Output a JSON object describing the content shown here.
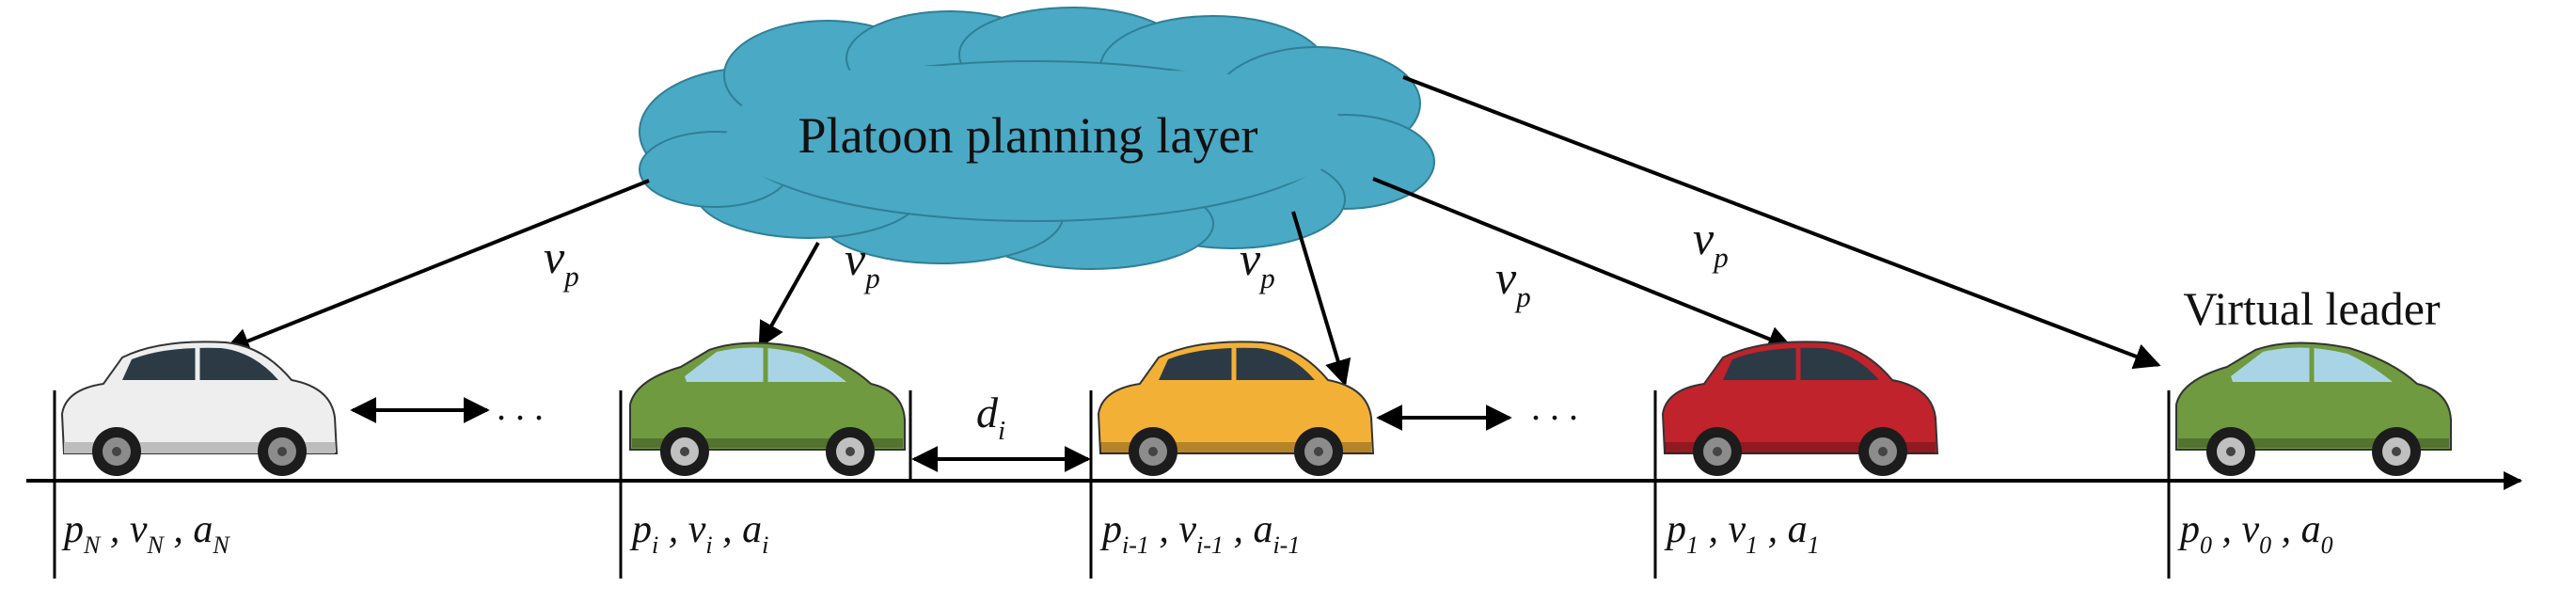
{
  "cloud": {
    "title": "Platoon planning layer",
    "color": "#4aa9c4"
  },
  "virtual_leader_label": "Virtual leader",
  "signals": [
    {
      "sym": "v",
      "sub": "p"
    },
    {
      "sym": "v",
      "sub": "p"
    },
    {
      "sym": "v",
      "sub": "p"
    },
    {
      "sym": "v",
      "sub": "p"
    },
    {
      "sym": "v",
      "sub": "p"
    }
  ],
  "gap": {
    "sym": "d",
    "sub": "i"
  },
  "ellipsis": ". . .",
  "vehicles": [
    {
      "name": "car-n",
      "color": "#eeeeee",
      "type": "suv",
      "state": [
        {
          "sym": "p",
          "sub": "N"
        },
        {
          "sym": "v",
          "sub": "N"
        },
        {
          "sym": "a",
          "sub": "N"
        }
      ]
    },
    {
      "name": "car-i",
      "color": "#6f9a3f",
      "type": "sedan",
      "state": [
        {
          "sym": "p",
          "sub": "i"
        },
        {
          "sym": "v",
          "sub": "i"
        },
        {
          "sym": "a",
          "sub": "i"
        }
      ]
    },
    {
      "name": "car-i-1",
      "color": "#f2b136",
      "type": "suv",
      "state": [
        {
          "sym": "p",
          "sub": "i-1"
        },
        {
          "sym": "v",
          "sub": "i-1"
        },
        {
          "sym": "a",
          "sub": "i-1"
        }
      ]
    },
    {
      "name": "car-1",
      "color": "#c0232b",
      "type": "suv",
      "state": [
        {
          "sym": "p",
          "sub": "1"
        },
        {
          "sym": "v",
          "sub": "1"
        },
        {
          "sym": "a",
          "sub": "1"
        }
      ]
    },
    {
      "name": "car-0",
      "color": "#6f9a3f",
      "type": "sedan",
      "state": [
        {
          "sym": "p",
          "sub": "0"
        },
        {
          "sym": "v",
          "sub": "0"
        },
        {
          "sym": "a",
          "sub": "0"
        }
      ]
    }
  ]
}
